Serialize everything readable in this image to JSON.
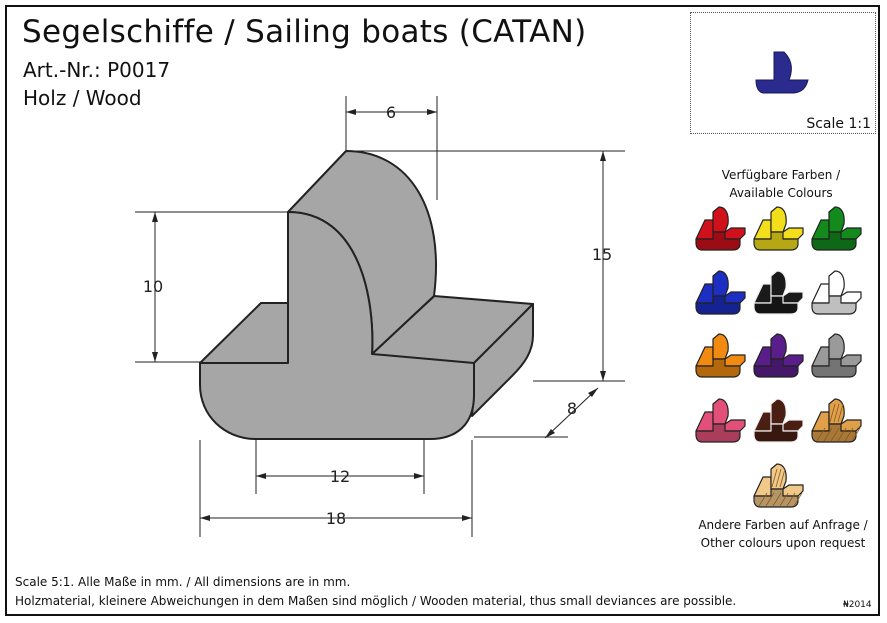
{
  "title": "Segelschiffe / Sailing boats   (CATAN)",
  "article_number": "Art.-Nr.: P0017",
  "material": "Holz / Wood",
  "scale_label": "Scale 1:1",
  "available_colours_title": "Verfügbare Farben / Available Colours",
  "other_colours_note": "Andere Farben auf Anfrage / Other colours upon request",
  "note_scale": "Scale 5:1. Alle Maße in mm. / All dimensions are in mm.",
  "note_material": "Holzmaterial, kleinere Abweichungen in dem Maßen sind möglich / Wooden material, thus small deviances are possible.",
  "copyright": "₦2014",
  "dimensions": {
    "mast_width": "6",
    "mast_height": "10",
    "total_height": "15",
    "depth": "8",
    "base_width": "12",
    "total_width": "18"
  },
  "piece_color": "#a6a6a6",
  "scale_piece_color": "#2b2b8f",
  "colour_swatches": [
    {
      "name": "red",
      "hex": "#d0101a"
    },
    {
      "name": "yellow",
      "hex": "#f2de1a"
    },
    {
      "name": "green",
      "hex": "#138a1c"
    },
    {
      "name": "blue",
      "hex": "#1c2fc2"
    },
    {
      "name": "black",
      "hex": "#1a1a1a"
    },
    {
      "name": "white",
      "hex": "#ffffff"
    },
    {
      "name": "orange",
      "hex": "#f08a10"
    },
    {
      "name": "purple",
      "hex": "#5a1e8a"
    },
    {
      "name": "grey",
      "hex": "#9a9a9a"
    },
    {
      "name": "pink",
      "hex": "#e2507a"
    },
    {
      "name": "brown",
      "hex": "#4a1e12"
    },
    {
      "name": "wood-dark",
      "hex": "#e0a04a"
    },
    {
      "name": "wood-light",
      "hex": "#f0c888"
    }
  ]
}
